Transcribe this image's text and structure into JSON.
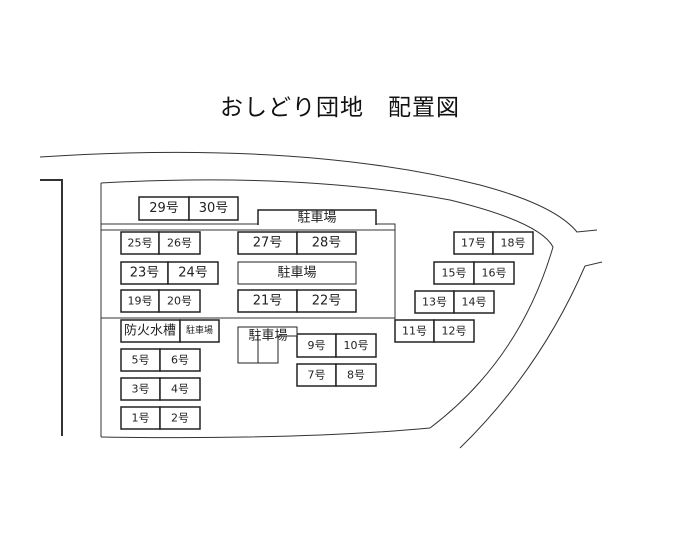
{
  "title": "おしどり団地　配置図",
  "units": {
    "u1": "1号",
    "u2": "2号",
    "u3": "3号",
    "u4": "4号",
    "u5": "5号",
    "u6": "6号",
    "u7": "7号",
    "u8": "8号",
    "u9": "9号",
    "u10": "10号",
    "u11": "11号",
    "u12": "12号",
    "u13": "13号",
    "u14": "14号",
    "u15": "15号",
    "u16": "16号",
    "u17": "17号",
    "u18": "18号",
    "u19": "19号",
    "u20": "20号",
    "u21": "21号",
    "u22": "22号",
    "u23": "23号",
    "u24": "24号",
    "u25": "25号",
    "u26": "26号",
    "u27": "27号",
    "u28": "28号",
    "u29": "29号",
    "u30": "30号"
  },
  "facilities": {
    "parking": "駐車場",
    "fire_cistern": "防火水槽"
  }
}
